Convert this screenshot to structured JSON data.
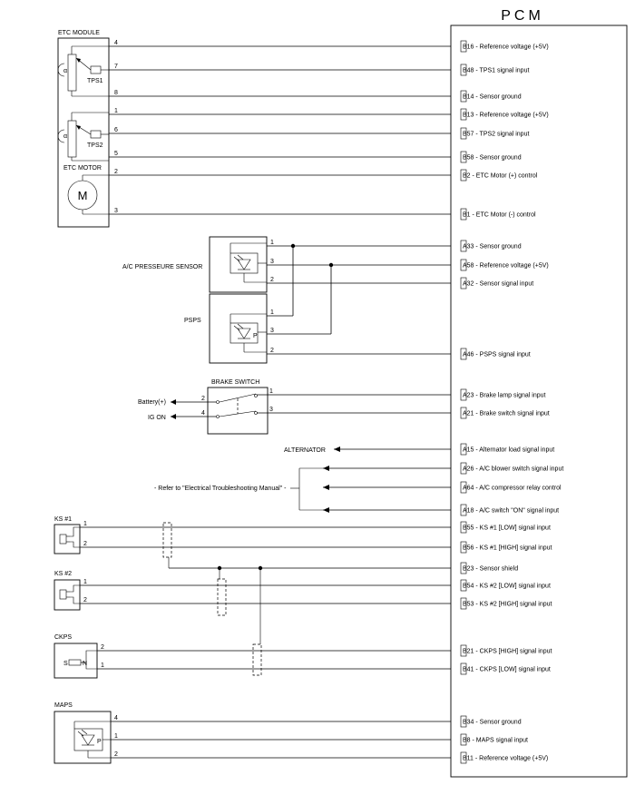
{
  "pcm": {
    "title": "PCM",
    "terminals": [
      {
        "label": "B16 - Reference voltage (+5V)"
      },
      {
        "label": "B48 - TPS1 signal input"
      },
      {
        "label": "B14 - Sensor ground"
      },
      {
        "label": "B13 - Reference voltage (+5V)"
      },
      {
        "label": "B57 - TPS2 signal input"
      },
      {
        "label": "B58 - Sensor ground"
      },
      {
        "label": "B2 - ETC Motor (+) control"
      },
      {
        "label": "B1 - ETC Motor (-) control"
      },
      {
        "label": "A33 - Sensor ground"
      },
      {
        "label": "A58 - Reference voltage (+5V)"
      },
      {
        "label": "A32 - Sensor signal input"
      },
      {
        "label": "A46 - PSPS signal input"
      },
      {
        "label": "A23 - Brake lamp signal input"
      },
      {
        "label": "A21 - Brake switch signal input"
      },
      {
        "label": "A15 - Alternator load signal input"
      },
      {
        "label": "A26 - A/C blower switch signal input"
      },
      {
        "label": "A64 - A/C compressor relay control"
      },
      {
        "label": "A18 - A/C switch \"ON\" signal input"
      },
      {
        "label": "B55 - KS #1 [LOW] signal input"
      },
      {
        "label": "B56 - KS #1 [HIGH] signal input"
      },
      {
        "label": "B23 - Sensor shield"
      },
      {
        "label": "B54 - KS #2 [LOW] signal input"
      },
      {
        "label": "B53 - KS #2 [HIGH] signal input"
      },
      {
        "label": "B21 - CKPS [HIGH] signal input"
      },
      {
        "label": "B41 - CKPS [LOW] signal input"
      },
      {
        "label": "B34 - Sensor ground"
      },
      {
        "label": "B8 - MAPS signal input"
      },
      {
        "label": "B11 - Reference voltage (+5V)"
      }
    ]
  },
  "etc_module": {
    "title": "ETC MODULE",
    "tps1": "TPS1",
    "tps2": "TPS2",
    "motor_title": "ETC MOTOR",
    "motor_symbol": "M",
    "theta": "α",
    "pins": [
      "4",
      "7",
      "8",
      "1",
      "6",
      "5",
      "2",
      "3"
    ]
  },
  "ac_pressure_sensor": {
    "title": "A/C PRESSEURE SENSOR",
    "pins": [
      "1",
      "3",
      "2"
    ]
  },
  "psps": {
    "title": "PSPS",
    "pins": [
      "1",
      "3",
      "2"
    ],
    "symbol": "P"
  },
  "brake_switch": {
    "title": "BRAKE SWITCH",
    "battery": "Battery(+)",
    "ig_on": "IG ON",
    "pins": [
      "2",
      "4",
      "1",
      "3"
    ]
  },
  "alternator": {
    "label": "ALTERNATOR"
  },
  "refer_note": "- Refer to \"Electrical Troubleshooting Manual\" -",
  "ks1": {
    "title": "KS #1",
    "pins": [
      "1",
      "2"
    ]
  },
  "ks2": {
    "title": "KS #2",
    "pins": [
      "1",
      "2"
    ]
  },
  "ckps": {
    "title": "CKPS",
    "pins": [
      "2",
      "1"
    ],
    "symbol_s": "S",
    "symbol_n": "N"
  },
  "maps": {
    "title": "MAPS",
    "pins": [
      "4",
      "1",
      "2"
    ],
    "symbol": "P"
  }
}
